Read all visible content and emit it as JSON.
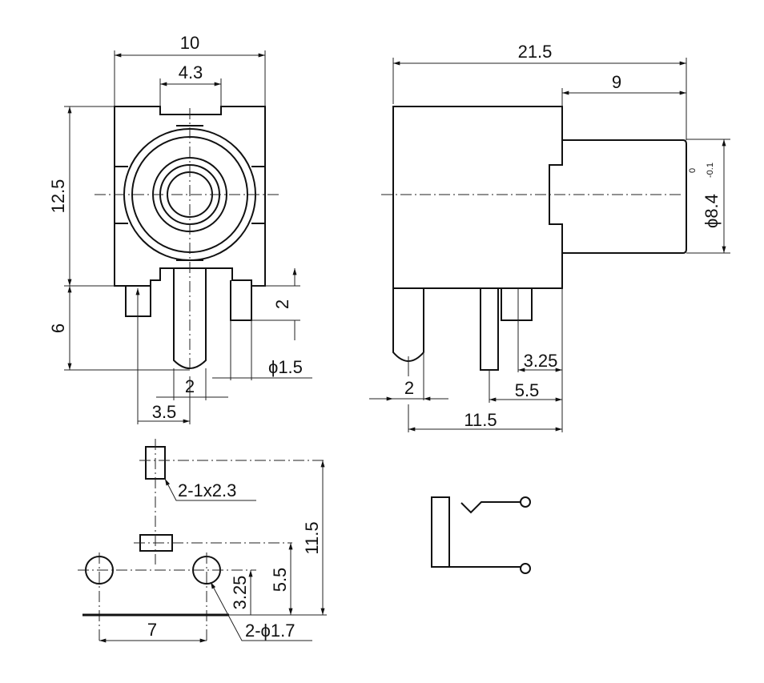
{
  "drawing": {
    "front_view": {
      "width": "10",
      "notch_width": "4.3",
      "body_height": "12.5",
      "pin_length": "6",
      "side_pin_length": "2",
      "pin_diameter": "ϕ1.5",
      "center_pin_width": "2",
      "pin_offset": "3.5"
    },
    "side_view": {
      "total_length": "21.5",
      "barrel_length": "9",
      "barrel_diameter": "ϕ8.4",
      "tol_upper": "0",
      "tol_lower": "-0.1",
      "pin_width": "2",
      "pin_spacing_a": "3.25",
      "pin_spacing_b": "5.5",
      "pin_spacing_c": "11.5"
    },
    "footprint": {
      "slot_label": "2-1x2.3",
      "hole_label": "2-ϕ1.7",
      "dim_11_5": "11.5",
      "dim_5_5": "5.5",
      "dim_3_25": "3.25",
      "dim_7": "7"
    }
  }
}
